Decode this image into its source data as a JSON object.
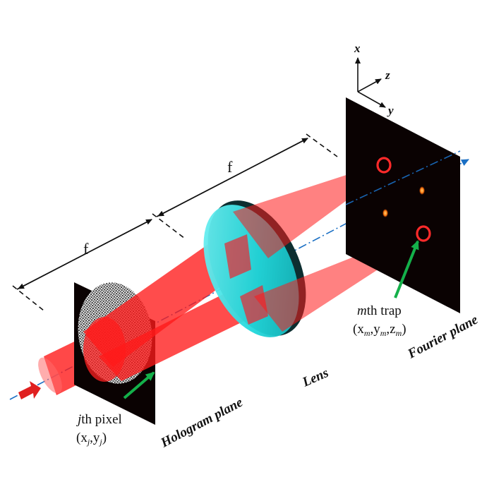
{
  "labels": {
    "hologram_plane": "Hologram plane",
    "lens": "Lens",
    "fourier_plane": "Fourier plane",
    "focal_1": "f",
    "focal_2": "f"
  },
  "axes": {
    "x": "x",
    "y": "y",
    "z": "z"
  },
  "pixel_label": {
    "index": "j",
    "suffix": "th pixel",
    "coords_open": "(x",
    "coords_sep": ",y",
    "coords_close": ")",
    "sub": "j"
  },
  "trap_label": {
    "index": "m",
    "suffix": "th trap",
    "coords_open": "(x",
    "sep1": ",y",
    "sep2": ",z",
    "coords_close": ")",
    "sub": "m"
  },
  "colors": {
    "beam": "#ff1a1a",
    "lens": "#22d8dc",
    "optical_axis": "#1a6fc4",
    "pointer": "#14b04a",
    "plane": "#0a0202"
  }
}
